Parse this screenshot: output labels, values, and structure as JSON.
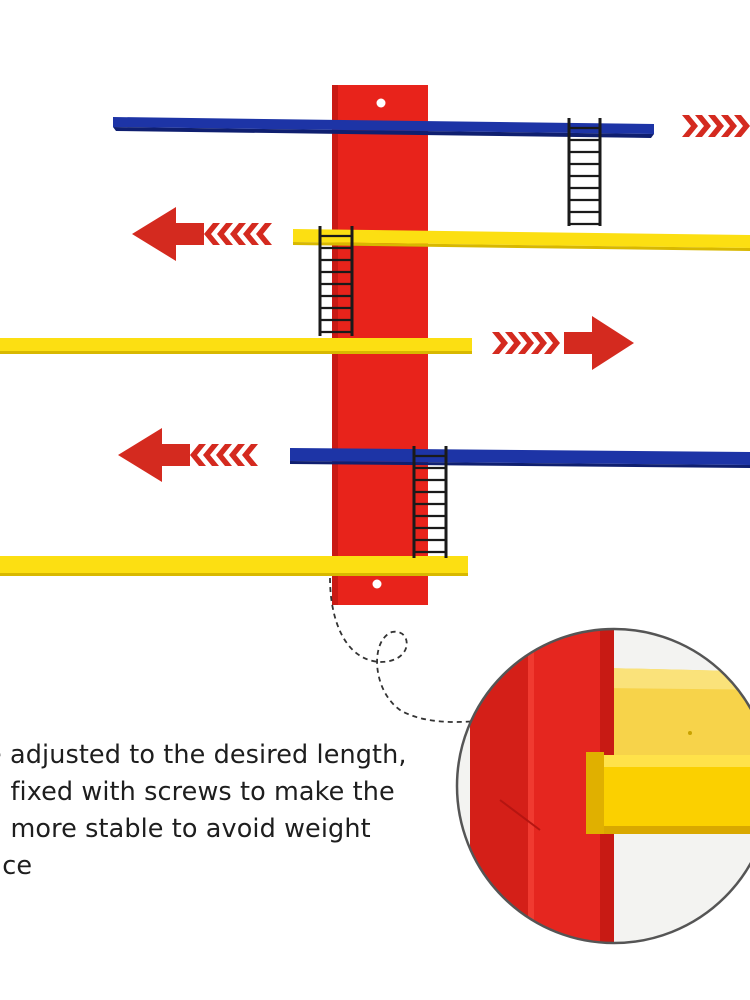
{
  "description_lines": [
    "e adjusted to the desired length,",
    "n fixed with screws to make the",
    "n more stable to avoid weight",
    "nce"
  ],
  "colors": {
    "background": "#ffffff",
    "upright": "#e8231b",
    "shelf_blue": "#1d34a6",
    "shelf_yellow": "#fcdf12",
    "arrow": "#d42a1f",
    "ladder": "#1a1a1a",
    "text": "#1e1e1e"
  },
  "icons": {
    "direction_arrow": "chevron-arrow-icon",
    "ladder": "ladder-icon",
    "screw_hole": "screw-hole-icon",
    "callout_path": "dashed-curve-icon"
  }
}
